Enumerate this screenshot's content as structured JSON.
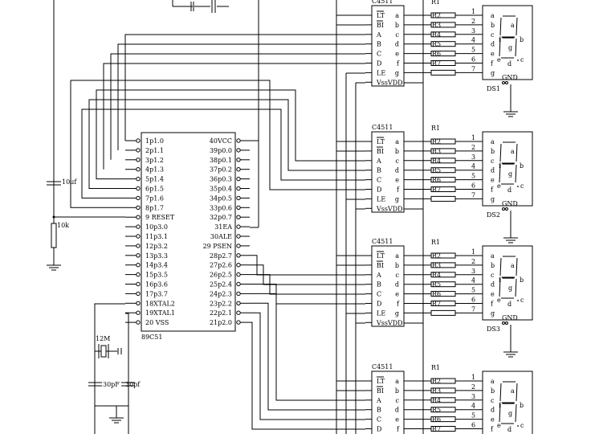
{
  "mcu": {
    "name": "89C51",
    "left_pins": [
      "1p1.0",
      "2p1.1",
      "3p1.2",
      "4p1.3",
      "5p1.4",
      "6p1.5",
      "7p1.6",
      "8p1.7",
      "9 RESET",
      "10p3.0",
      "11p3.1",
      "12p3.2",
      "13p3.3",
      "14p3.4",
      "15p3.5",
      "16p3.6",
      "17p3.7",
      "18XTAL2",
      "19XTAL1",
      "20 VSS"
    ],
    "right_pins": [
      "40VCC",
      "39p0.0",
      "38p0.1",
      "37p0.2",
      "36p0.3",
      "35p0.4",
      "34p0.5",
      "33p0.6",
      "32p0.7",
      "31EA",
      "30ALE",
      "29 PSEN",
      "28p2.7",
      "27p2.6",
      "26p2.5",
      "25p2.4",
      "24p2.3",
      "23p2.2",
      "22p2.1",
      "21p2.0"
    ]
  },
  "passives": {
    "reset_cap": "10uf",
    "reset_res": "10k",
    "crystal": "12M",
    "cap1": "30pF",
    "cap2": "30pf"
  },
  "decoder": {
    "name": "C4511",
    "left_pins": [
      "LT",
      "BI",
      "A",
      "B",
      "C",
      "D",
      "LE",
      "VssVDD"
    ],
    "right_pins": [
      "a",
      "b",
      "c",
      "d",
      "e",
      "f",
      "g"
    ]
  },
  "resistor_array": {
    "name": "R1",
    "labels": [
      "R2",
      "R3",
      "R4",
      "R5",
      "R6",
      "R7"
    ],
    "numbers": [
      "1",
      "2",
      "3",
      "4",
      "5",
      "6",
      "7"
    ]
  },
  "display": {
    "seg_pins": [
      "a",
      "b",
      "c",
      "d",
      "e",
      "f",
      "g"
    ],
    "gnd": "GND",
    "inner": [
      "a",
      "b",
      "c",
      "d",
      "e",
      "f",
      "g"
    ],
    "names": [
      "DS1",
      "DS2",
      "DS3"
    ]
  }
}
